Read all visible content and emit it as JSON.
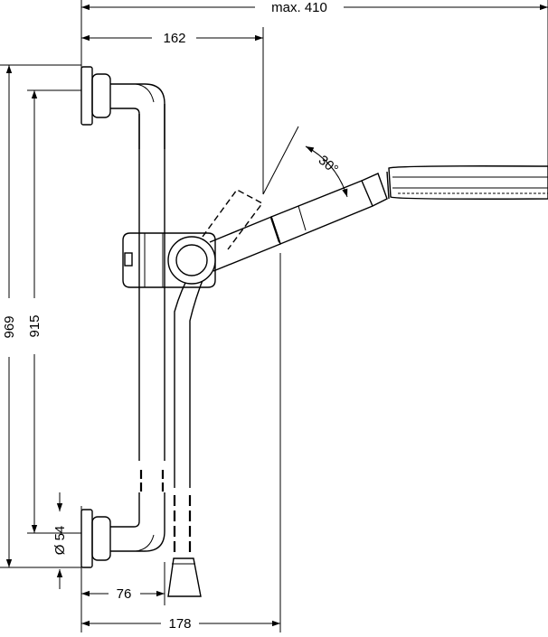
{
  "dimensions": {
    "max_width": "max. 410",
    "bar_offset": "162",
    "height_total": "969",
    "height_mount": "915",
    "diameter": "Ø 54",
    "wall_depth": "76",
    "slider_reach": "178",
    "tilt_angle": "30°"
  }
}
